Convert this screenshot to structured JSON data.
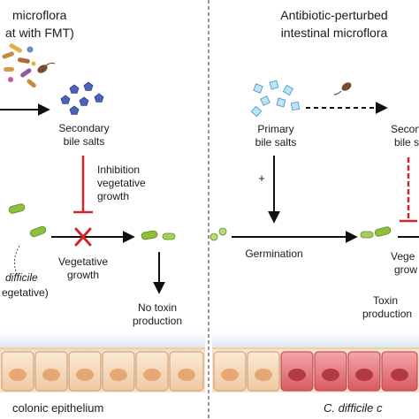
{
  "left_panel": {
    "title_line1": "microflora",
    "title_line2": "at with FMT)",
    "secondary_line1": "Secondary",
    "secondary_line2": "bile salts",
    "inhibition_line1": "Inhibition",
    "inhibition_line2": "vegetative",
    "inhibition_line3": "growth",
    "vegetative_line1": "Vegetative",
    "vegetative_line2": "growth",
    "cdiff_line1": "difficile",
    "cdiff_line2": "egetative)",
    "no_toxin_line1": "No toxin",
    "no_toxin_line2": "production",
    "epithelium_label": "colonic epithelium"
  },
  "right_panel": {
    "title_line1": "Antibiotic-perturbed",
    "title_line2": "intestinal microflora",
    "primary_line1": "Primary",
    "primary_line2": "bile salts",
    "plus_sign": "+",
    "germination_label": "Germination",
    "secondary_line1": "Secon",
    "secondary_line2": "bile s",
    "vegetative_line1": "Vege",
    "vegetative_line2": "grow",
    "toxin_line1": "Toxin",
    "toxin_line2": "production",
    "cdiff_label": "C. difficile c"
  },
  "colors": {
    "secondary_bile_salt": "#4a63b8",
    "primary_bile_salt": "#8cc8e6",
    "vegetative_cell": "#8cbf3a",
    "spore": "#9ccc5a",
    "inhibition": "#d7232a",
    "healthy_cell": "#f5dcc0",
    "inflamed_cell": "#e27a80",
    "mucus": "#dbe7f5"
  },
  "icons": [
    "bacteria-cluster-icon",
    "secondary-bile-salt-icon",
    "primary-bile-salt-icon",
    "vegetative-cell-icon",
    "spore-icon",
    "inhibition-x-icon",
    "epithelial-cell-icon"
  ]
}
